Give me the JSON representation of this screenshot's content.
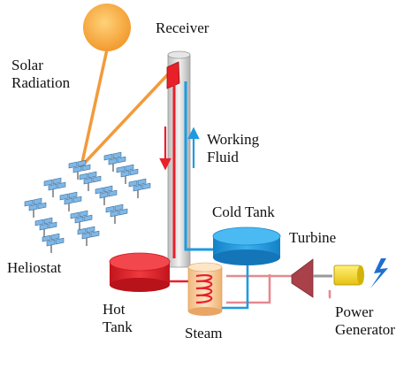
{
  "labels": {
    "receiver": "Receiver",
    "solar_radiation": [
      "Solar",
      "Radiation"
    ],
    "working_fluid": [
      "Working",
      "Fluid"
    ],
    "cold_tank": "Cold Tank",
    "turbine": "Turbine",
    "heliostat": "Heliostat",
    "hot_tank": [
      "Hot",
      "Tank"
    ],
    "steam": "Steam",
    "power_generator": [
      "Power",
      "Generator"
    ]
  },
  "colors": {
    "sun": "#f2a23c",
    "sun_rays": "#f39a3a",
    "hot_fluid": "#e8202a",
    "cold_fluid": "#1e9be0",
    "cold_tank": "#2aa3e6",
    "hot_tank": "#e8282f",
    "turbine": "#a8414a",
    "generator": "#f2d21e",
    "lightning": "#1f6fd0",
    "tower": "#d9d9d9",
    "heliostat": "#7fb8e6",
    "steam_pipe": "#e58a8f"
  }
}
